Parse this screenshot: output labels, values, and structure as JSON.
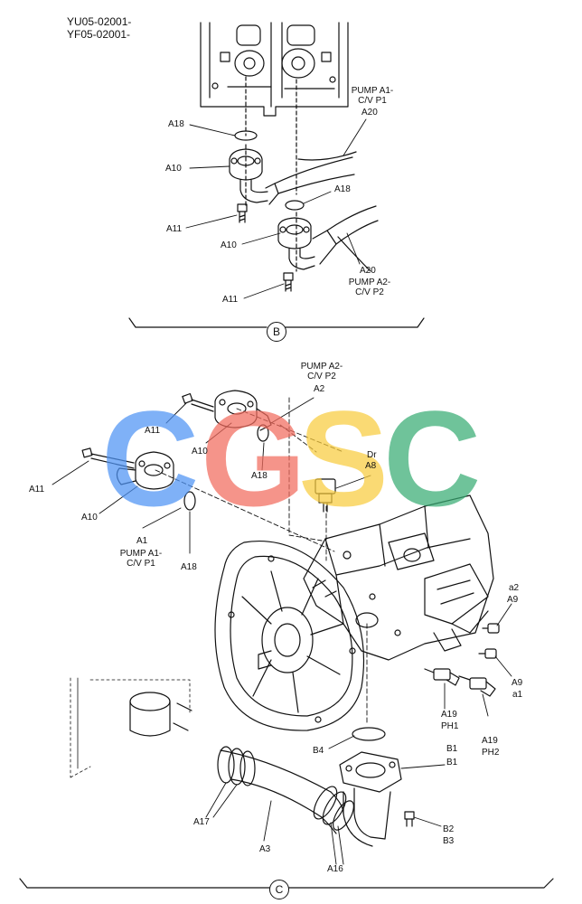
{
  "header": {
    "code_lines": [
      "YU05-02001-",
      "YF05-02001-"
    ]
  },
  "section_b": {
    "marker": "B",
    "labels": {
      "a18_top": "A18",
      "a10_top": "A10",
      "a11_top": "A11",
      "a18_mid": "A18",
      "a10_mid": "A10",
      "a11_bot": "A11",
      "pump_a1_line1": "PUMP A1-",
      "pump_a1_line2": "C/V P1",
      "a20_top": "A20",
      "a20_bot": "A20",
      "pump_a2_line1": "PUMP A2-",
      "pump_a2_line2": "C/V P2"
    }
  },
  "section_c": {
    "marker": "C",
    "labels": {
      "pump_a2_line1": "PUMP A2-",
      "pump_a2_line2": "C/V P2",
      "a2": "A2",
      "a11_upper": "A11",
      "a10_upper": "A10",
      "a18_upper": "A18",
      "dr": "Dr",
      "a8": "A8",
      "a11_left": "A11",
      "a10_left": "A10",
      "a1": "A1",
      "pump_a1_line1": "PUMP A1-",
      "pump_a1_line2": "C/V P1",
      "a18_left": "A18",
      "a2_right": "a2",
      "a9_right": "A9",
      "a9_lower": "A9",
      "a1_lower": "a1",
      "a19_ph1": "A19",
      "ph1": "PH1",
      "a19_ph2": "A19",
      "ph2": "PH2",
      "b4": "B4",
      "b1_a": "B1",
      "b1_b": "B1",
      "a17": "A17",
      "a3": "A3",
      "b2": "B2",
      "b3": "B3",
      "a16": "A16"
    }
  },
  "watermark": {
    "letters": [
      "C",
      "G",
      "S",
      "C"
    ],
    "colors": [
      "#4f94f5",
      "#f26b5e",
      "#f9cc3f",
      "#39ad74"
    ]
  },
  "colors": {
    "line": "#111111",
    "background": "#ffffff"
  }
}
